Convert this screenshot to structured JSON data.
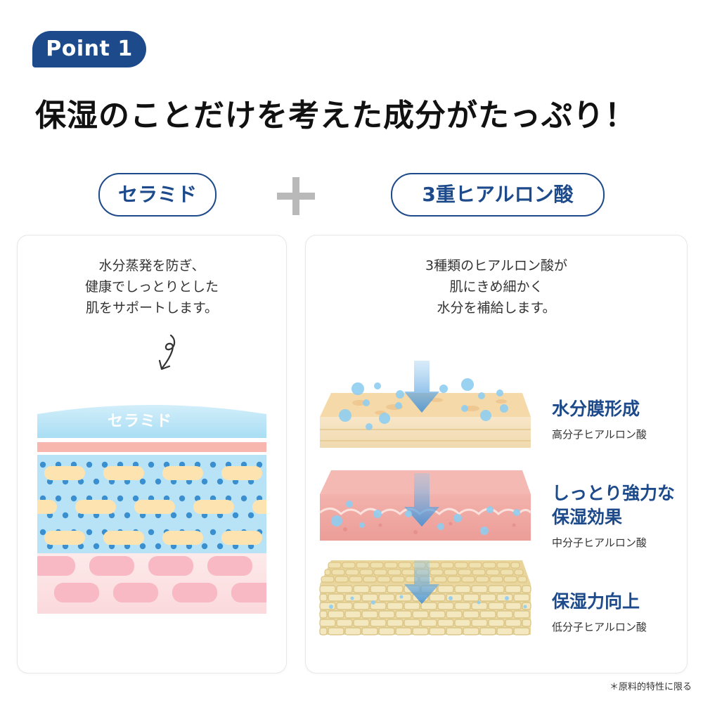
{
  "badge": "Point 1",
  "headline": "保湿のことだけを考えた成分がたっぷり！",
  "ingredients": {
    "left_pill": "セラミド",
    "right_pill": "3重ヒアルロン酸"
  },
  "ceramide_card": {
    "desc_lines": [
      "水分蒸発を防ぎ、",
      "健康でしっとりとした",
      "肌をサポートします。"
    ],
    "diagram_label": "セラミド"
  },
  "hyaluronic_card": {
    "desc_lines": [
      "3種類のヒアルロン酸が",
      "肌にきめ細かく",
      "水分を補給します。"
    ],
    "layers": [
      {
        "title_lines": [
          "水分膜形成"
        ],
        "sub": "高分子ヒアルロン酸"
      },
      {
        "title_lines": [
          "しっとり強力な",
          "保湿効果"
        ],
        "sub": "中分子ヒアルロン酸"
      },
      {
        "title_lines": [
          "保湿力向上"
        ],
        "sub": "低分子ヒアルロン酸"
      }
    ]
  },
  "footnote": "＊原料的特性に限る",
  "colors": {
    "navy": "#1d4a8a",
    "light_blue": "#aee0f4",
    "ceramide_cream": "#fde3b0",
    "dot_blue": "#3a8fd0",
    "pink_cell": "#f8b9c4",
    "plus_gray": "#b9b9b9"
  },
  "icons": [
    "curly-arrow-down-icon",
    "plus-icon",
    "down-arrow-icon",
    "water-droplet-icon"
  ]
}
